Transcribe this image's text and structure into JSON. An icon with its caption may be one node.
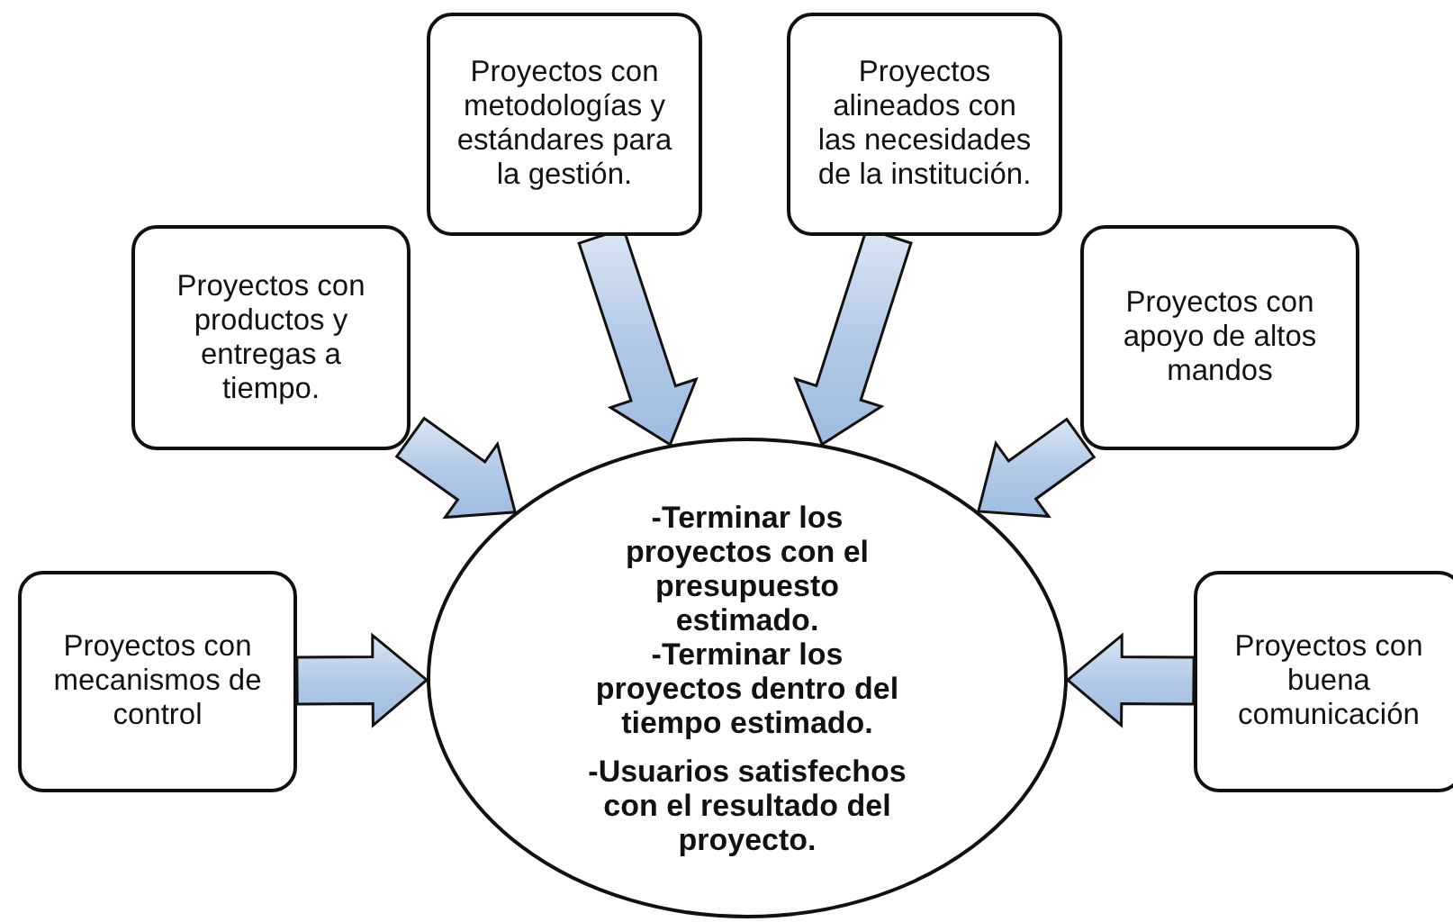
{
  "diagram": {
    "nodes": [
      {
        "text": [
          "Proyectos con metodologías y estándares para la gestión."
        ]
      },
      {
        "text": [
          "Proyectos alineados con las necesidades de la institución."
        ]
      },
      {
        "text": [
          "Proyectos con productos y entregas a tiempo."
        ]
      },
      {
        "text": [
          "Proyectos con apoyo de altos mandos"
        ]
      },
      {
        "text": [
          "Proyectos con mecanismos de control"
        ]
      },
      {
        "text": [
          "-Terminar los proyectos con el presupuesto estimado.",
          "-Terminar los proyectos dentro del tiempo estimado.",
          "**-Usuarios satisfechos con el resultado del proyecto**."
        ]
      },
      {
        "text": [
          "Proyectos con buena comunicación"
        ]
      }
    ],
    "edges": [
      {
        "from": 0,
        "to": 5,
        "arrow": "to"
      },
      {
        "from": 1,
        "to": 5,
        "arrow": "to"
      },
      {
        "from": 2,
        "to": 5,
        "arrow": "to"
      },
      {
        "from": 3,
        "to": 5,
        "arrow": "to"
      },
      {
        "from": 4,
        "to": 5,
        "arrow": "to"
      },
      {
        "from": 6,
        "to": 5,
        "arrow": "to"
      }
    ]
  }
}
